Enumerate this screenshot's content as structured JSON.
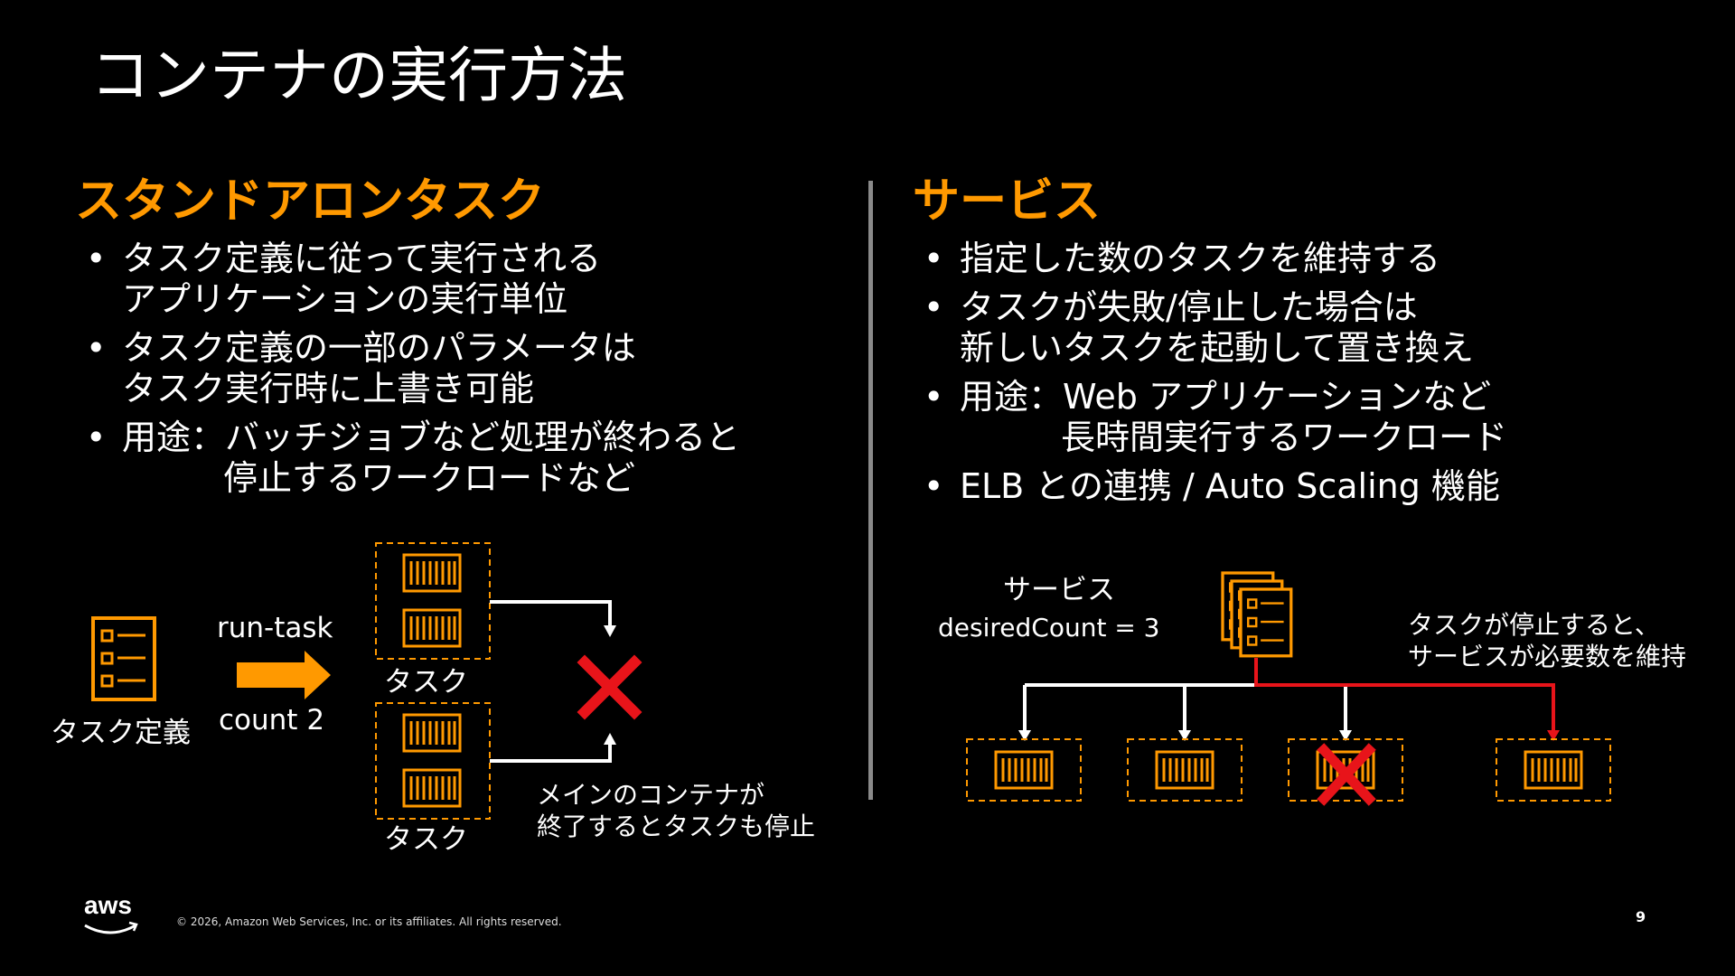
{
  "slide": {
    "title": "コンテナの実行方法",
    "page_number": "9",
    "copyright": "© 2026, Amazon Web Services, Inc. or its affiliates. All rights reserved.",
    "logo_text": "aws"
  },
  "left": {
    "heading": "スタンドアロンタスク",
    "bullets": [
      {
        "lines": [
          "タスク定義に従って実行される",
          "アプリケーションの実行単位"
        ]
      },
      {
        "lines": [
          "タスク定義の一部のパラメータは",
          "タスク実行時に上書き可能"
        ]
      },
      {
        "lines": [
          "用途：バッチジョブなど処理が終わると",
          "停止するワークロードなど"
        ]
      }
    ],
    "diagram": {
      "task_def_label": "タスク定義",
      "command": "run-task",
      "count": "count 2",
      "task_label_1": "タスク",
      "task_label_2": "タスク",
      "note_line1": "メインのコンテナが",
      "note_line2": "終了するとタスクも停止"
    }
  },
  "right": {
    "heading": "サービス",
    "bullets": [
      {
        "lines": [
          "指定した数のタスクを維持する"
        ]
      },
      {
        "lines": [
          "タスクが失敗/停止した場合は",
          "新しいタスクを起動して置き換え"
        ]
      },
      {
        "lines": [
          "用途：Web アプリケーションなど",
          "長時間実行するワークロード"
        ]
      },
      {
        "lines": [
          "ELB との連携 / Auto Scaling 機能"
        ]
      }
    ],
    "diagram": {
      "service_label": "サービス",
      "desired_count": "desiredCount = 3",
      "note_line1": "タスクが停止すると、",
      "note_line2": "サービスが必要数を維持"
    }
  },
  "colors": {
    "accent": "#FF9900",
    "failure": "#E8141A",
    "background": "#000000",
    "divider": "#8A8A8A"
  },
  "icons": [
    "task-definition-icon",
    "container-icon",
    "arrow-right-icon",
    "failure-x-icon",
    "service-stack-icon",
    "aws-logo-icon"
  ]
}
